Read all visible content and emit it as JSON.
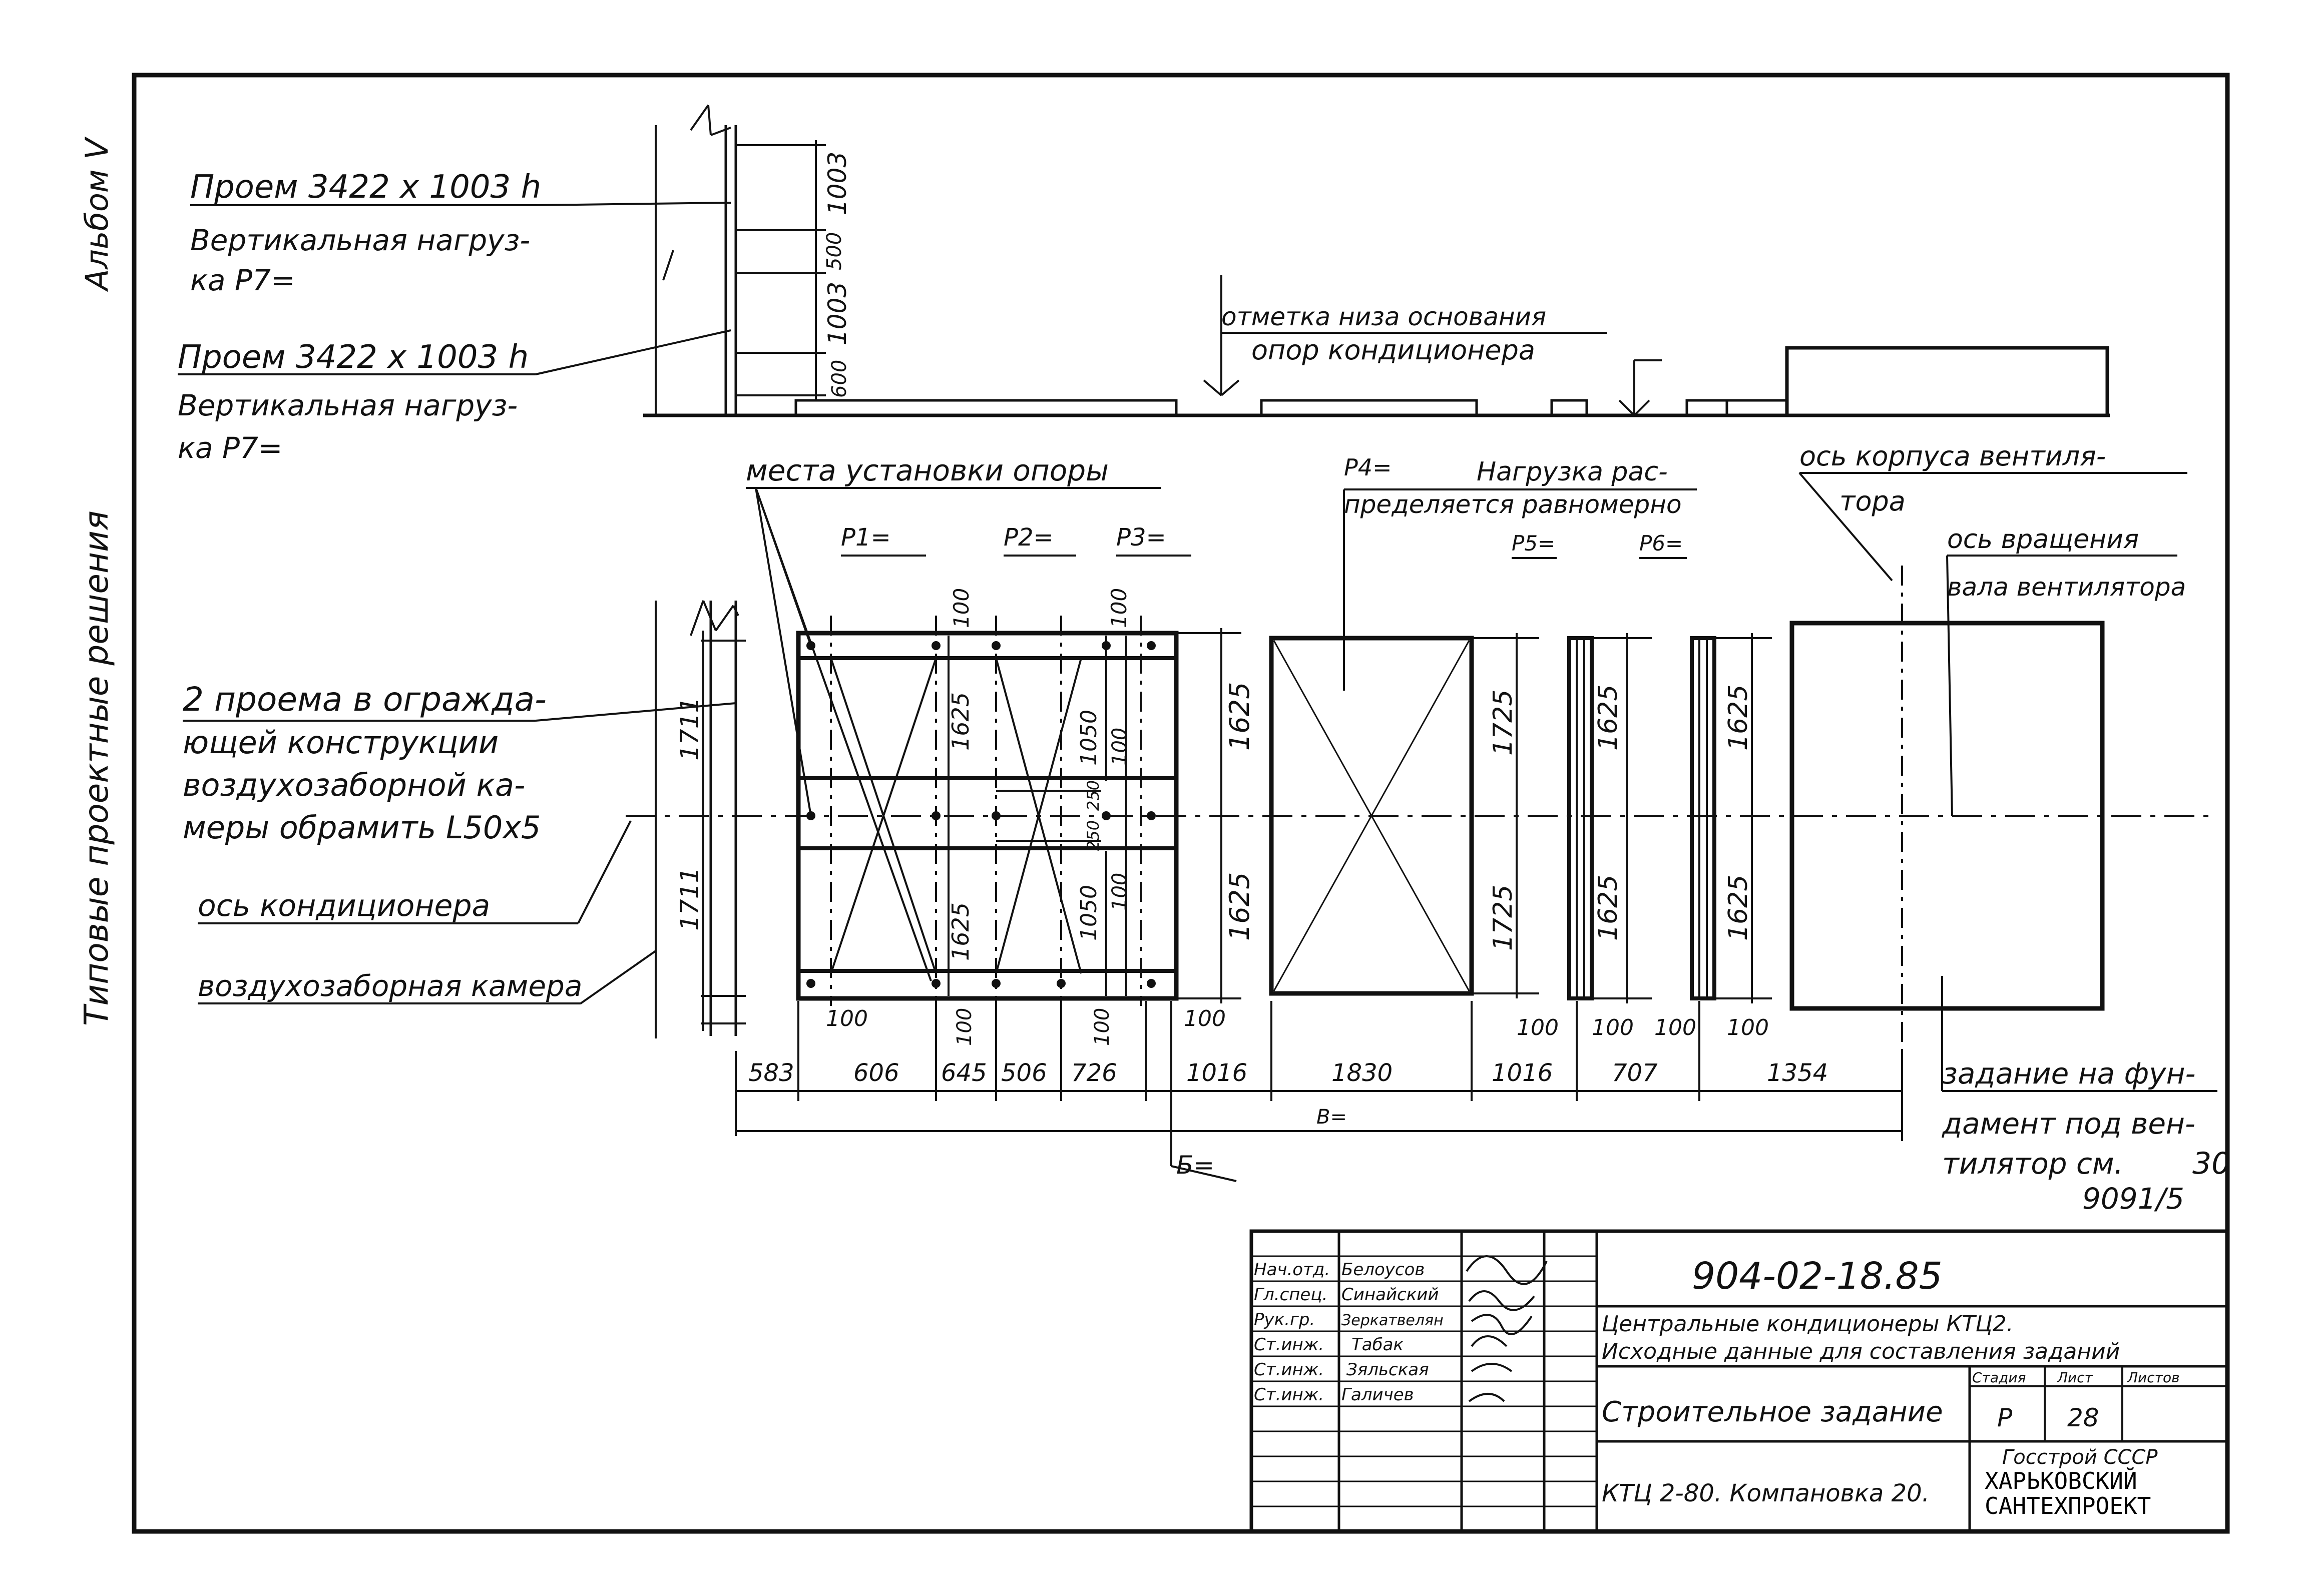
{
  "side_labels": {
    "album": "Альбом V",
    "series": "Типовые проектные решения"
  },
  "elevation": {
    "opening_1": "Проем 3422 x 1003 h",
    "vertical_load_1a": "Вертикальная нагруз-",
    "vertical_load_1b": "ка Р7=",
    "opening_2": "Проем 3422 x 1003 h",
    "vertical_load_2a": "Вертикальная нагруз-",
    "vertical_load_2b": "ка Р7=",
    "dims": [
      "1003",
      "500",
      "1003",
      "600"
    ],
    "base_mark_1": "отметка низа основания",
    "base_mark_2": "опор кондиционера"
  },
  "plan_notes": {
    "support_places": "места установки опоры",
    "p1": "Р1=",
    "p2": "Р2=",
    "p3": "Р3=",
    "p4": "Р4=",
    "p4_note_1": "Нагрузка рас-",
    "p4_note_2": "пределяется равномерно",
    "p5": "Р5=",
    "p6": "Р6=",
    "fan_body_axis_1": "ось корпуса вентиля-",
    "fan_body_axis_2": "тора",
    "shaft_axis_1": "ось вращения",
    "shaft_axis_2": "вала вентилятора",
    "openings_1": "2 проема в огражда-",
    "openings_2": "ющей конструкции",
    "openings_3": "воздухозаборной ка-",
    "openings_4": "меры обрамить L50x5",
    "conditioner_axis": "ось кондиционера",
    "intake_chamber": "воздухозаборная камера",
    "foundation_1": "задание на фун-",
    "foundation_2": "дамент под вен-",
    "foundation_3": "тилятор см.",
    "foundation_4": "9091/5",
    "page_no": "30"
  },
  "dimensions": {
    "chain": [
      "583",
      "606",
      "645",
      "506",
      "726",
      "1016",
      "1830",
      "1016",
      "707",
      "1354"
    ],
    "total_b": "B=",
    "total_bottom": "Б=",
    "left_heights": [
      "1711",
      "1711"
    ],
    "sect1_top": "100",
    "sect1_h1": "1625",
    "sect1_h2": "1625",
    "sect2_top": "100",
    "sect2_h1": "1050",
    "sect2_h2": "1050",
    "sect2_mid": [
      "100",
      "250",
      "250",
      "100"
    ],
    "frame_h1": "1625",
    "frame_h2": "1625",
    "p4_h1": "1725",
    "p4_h2": "1725",
    "p5_h1": "1625",
    "p5_h2": "1625",
    "p6_h1": "1625",
    "p6_h2": "1625",
    "bottom_100s": [
      "100",
      "100",
      "100",
      "100",
      "100",
      "100",
      "100",
      "100"
    ]
  },
  "title_block": {
    "doc_number": "904-02-18.85",
    "title_1": "Центральные кондиционеры КТЦ2.",
    "title_2": "Исходные данные для составления заданий",
    "stage_hdr": "Стадия",
    "sheet_hdr": "Лист",
    "sheets_hdr": "Листов",
    "stage": "Р",
    "sheet": "28",
    "task": "Строительное задание",
    "layout": "КТЦ 2-80. Компановка 20.",
    "org_1": "Госстрой СССР",
    "org_2": "ХАРЬКОВСКИЙ",
    "org_3": "САНТЕХПРОЕКТ",
    "staff": [
      {
        "role": "Нач.отд.",
        "name": "Белоусов"
      },
      {
        "role": "Гл.спец.",
        "name": "Синайский"
      },
      {
        "role": "Рук.гр.",
        "name": "Зеркатвелян"
      },
      {
        "role": "Ст.инж.",
        "name": "Табак"
      },
      {
        "role": "Ст.инж.",
        "name": "Зяльская"
      },
      {
        "role": "Ст.инж.",
        "name": "Галичев"
      }
    ]
  }
}
